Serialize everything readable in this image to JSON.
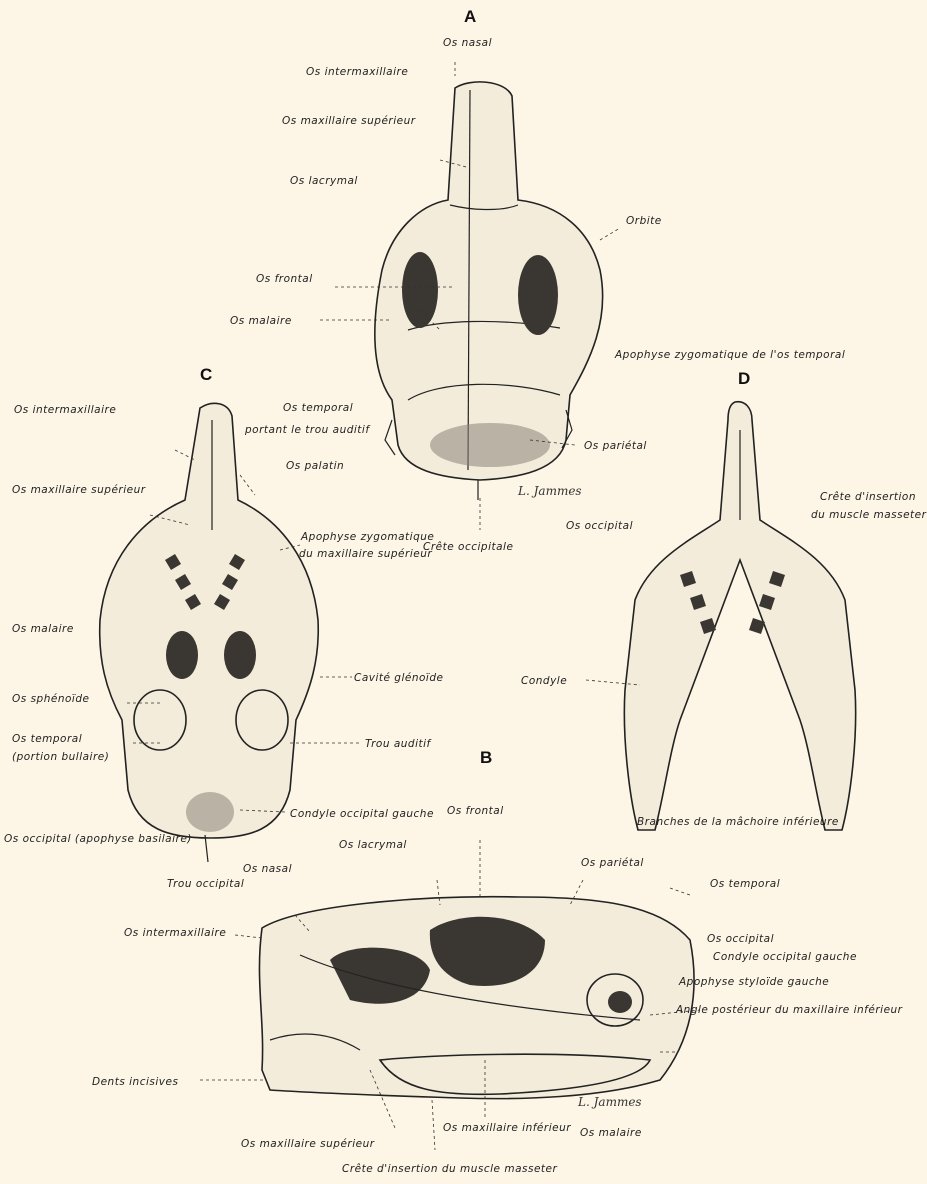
{
  "panels": {
    "a": "A",
    "b": "B",
    "c": "C",
    "d": "D"
  },
  "labels": {
    "a_nasal": "Os nasal",
    "a_intermax": "Os intermaxillaire",
    "a_maxsup": "Os maxillaire supérieur",
    "a_lacrymal": "Os lacrymal",
    "a_orbite": "Orbite",
    "a_frontal": "Os frontal",
    "a_malaire": "Os malaire",
    "a_apozyg": "Apophyse zygomatique de l'os temporal",
    "a_temporal1": "Os temporal",
    "a_temporal2": "portant le trou auditif",
    "a_parietal": "Os pariétal",
    "a_crete": "Crête occipitale",
    "a_occipital": "Os occipital",
    "c_intermax": "Os intermaxillaire",
    "c_palatin": "Os palatin",
    "c_maxsup": "Os maxillaire supérieur",
    "c_apozyg1": "Apophyse zygomatique",
    "c_apozyg2": "du maxillaire supérieur",
    "c_malaire": "Os malaire",
    "c_cavite": "Cavité glénoïde",
    "c_sphenoide": "Os sphénoïde",
    "c_temporal1": "Os temporal",
    "c_temporal2": "(portion bullaire)",
    "c_trou_auditif": "Trou auditif",
    "c_condyle": "Condyle occipital gauche",
    "c_occipital": "Os occipital (apophyse basilaire)",
    "c_trou_occipital": "Trou occipital",
    "d_crete1": "Crête d'insertion",
    "d_crete2": "du muscle masseter",
    "d_condyle": "Condyle",
    "d_branches": "Branches de la mâchoire inférieure",
    "b_frontal": "Os frontal",
    "b_lacrymal": "Os lacrymal",
    "b_parietal": "Os pariétal",
    "b_nasal": "Os nasal",
    "b_temporal": "Os temporal",
    "b_intermax": "Os intermaxillaire",
    "b_occipital": "Os occipital",
    "b_condyle": "Condyle occipital gauche",
    "b_apostyl": "Apophyse styloïde gauche",
    "b_angle": "Angle postérieur du maxillaire inférieur",
    "b_dents": "Dents incisives",
    "b_maxinf": "Os maxillaire inférieur",
    "b_malaire": "Os malaire",
    "b_maxsup": "Os maxillaire supérieur",
    "b_crete": "Crête d'insertion du muscle masseter"
  },
  "signatures": {
    "a": "L. Jammes",
    "b": "L. Jammes"
  }
}
